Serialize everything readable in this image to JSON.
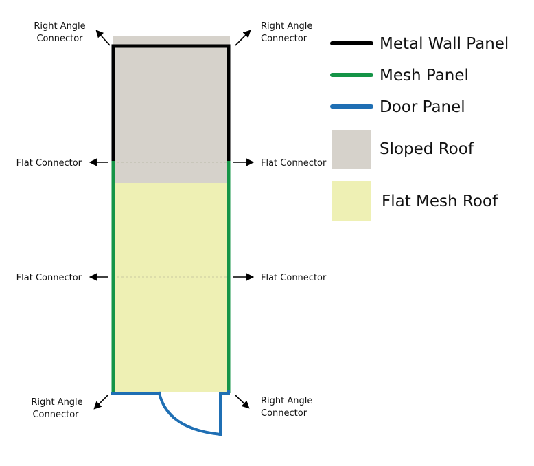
{
  "connectors": {
    "top_left": [
      "Right Angle",
      "Connector"
    ],
    "top_right": [
      "Right Angle",
      "Connector"
    ],
    "flat_upper_left": "Flat Connector",
    "flat_upper_right": "Flat Connector",
    "flat_lower_left": "Flat Connector",
    "flat_lower_right": "Flat Connector",
    "bottom_left": [
      "Right Angle",
      "Connector"
    ],
    "bottom_right": [
      "Right Angle",
      "Connector"
    ]
  },
  "legend": {
    "items": [
      {
        "label": "Metal Wall Panel",
        "kind": "line",
        "color": "#000000"
      },
      {
        "label": "Mesh Panel",
        "kind": "line",
        "color": "#159447"
      },
      {
        "label": "Door Panel",
        "kind": "line",
        "color": "#1f6fb4"
      },
      {
        "label": "Sloped Roof",
        "kind": "box",
        "color": "#d6d2cb"
      },
      {
        "label": "Flat Mesh Roof",
        "kind": "box",
        "color": "#eef0b4"
      }
    ]
  },
  "colors": {
    "metal_wall": "#000000",
    "mesh": "#159447",
    "door": "#1f6fb4",
    "sloped_roof": "#d6d2cb",
    "flat_mesh_roof": "#eef0b4",
    "arrow": "#000000"
  }
}
